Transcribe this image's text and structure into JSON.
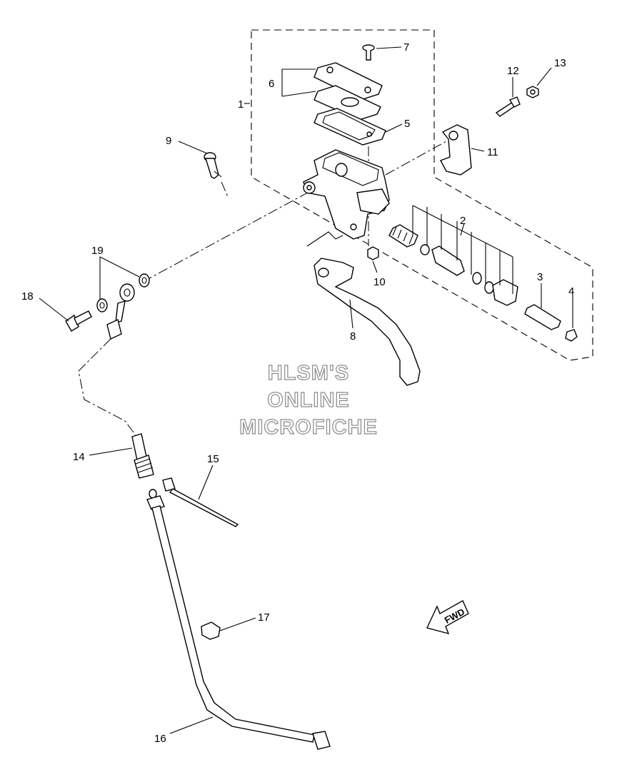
{
  "callouts": {
    "c1": "1",
    "c2": "2",
    "c3": "3",
    "c4": "4",
    "c5": "5",
    "c6": "6",
    "c7": "7",
    "c8": "8",
    "c9": "9",
    "c10": "10",
    "c11": "11",
    "c12": "12",
    "c13": "13",
    "c14": "14",
    "c15": "15",
    "c16": "16",
    "c17": "17",
    "c18": "18",
    "c19": "19"
  },
  "watermark": {
    "line1": "HLSM'S",
    "line2": "ONLINE",
    "line3": "MICROFICHE"
  },
  "direction_indicator": {
    "label": "FWD",
    "icon": "arrow-icon"
  }
}
